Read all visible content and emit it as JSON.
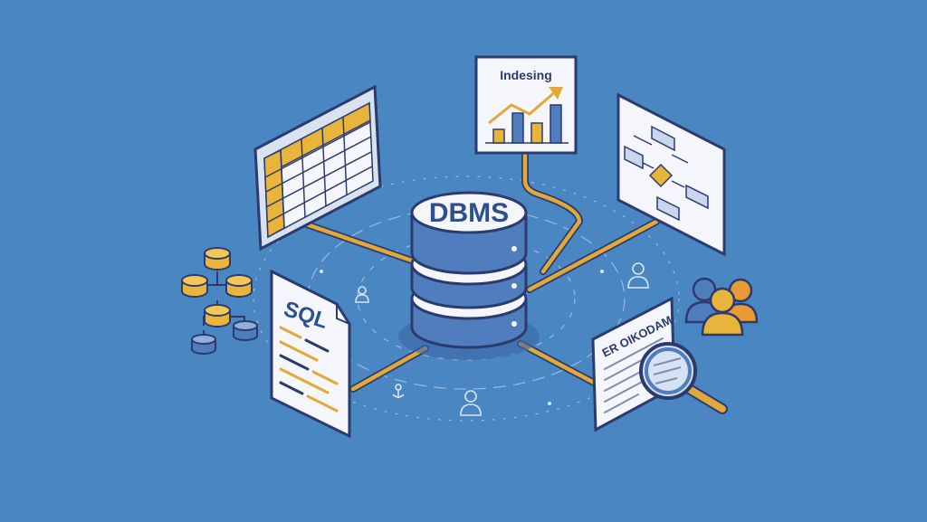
{
  "center": {
    "label": "DBMS"
  },
  "nodes": {
    "indexing": {
      "label": "Indesing"
    },
    "sql": {
      "label": "SQL"
    },
    "er": {
      "label": "ER OIKODAM"
    }
  },
  "colors": {
    "background": "#4a86c2",
    "outline": "#2c3b6e",
    "accent": "#e8b43c",
    "panel": "#f4f6fb",
    "cylinder": "#4f7dbd",
    "connector": "#e0a93a"
  },
  "icons": [
    "table-icon",
    "bar-chart-icon",
    "flowchart-icon",
    "database-hierarchy-icon",
    "sql-document-icon",
    "users-group-icon",
    "magnifier-icon",
    "user-icon"
  ]
}
